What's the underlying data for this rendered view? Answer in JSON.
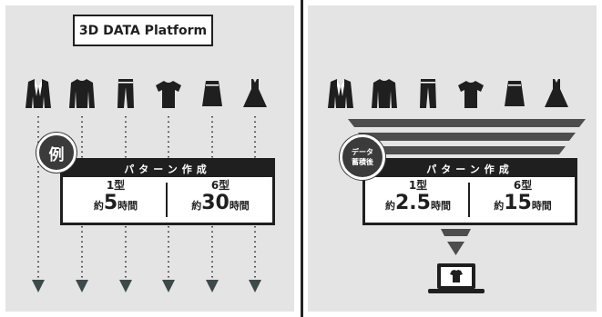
{
  "left": {
    "title": "現 状",
    "badge": "例",
    "box": {
      "header": "パターン作成",
      "c1": {
        "type": "1型",
        "pre": "約",
        "num": "5",
        "unit": "時間"
      },
      "c2": {
        "type": "6型",
        "pre": "約",
        "num": "30",
        "unit": "時間"
      }
    }
  },
  "right": {
    "title": "3D DATA Platform",
    "badge_line1": "データ",
    "badge_line2": "蓄積後",
    "box": {
      "header": "パターン作成",
      "c1": {
        "type": "1型",
        "pre": "約",
        "num": "2.5",
        "unit": "時間"
      },
      "c2": {
        "type": "6型",
        "pre": "約",
        "num": "15",
        "unit": "時間"
      }
    }
  },
  "garments": [
    "jacket-icon",
    "sweater-icon",
    "pants-icon",
    "tshirt-icon",
    "skirt-icon",
    "dress-icon"
  ],
  "colors": {
    "panel": "#e4e4e4",
    "dark": "#1f1f1f",
    "funnel": "#4d4d4d"
  }
}
